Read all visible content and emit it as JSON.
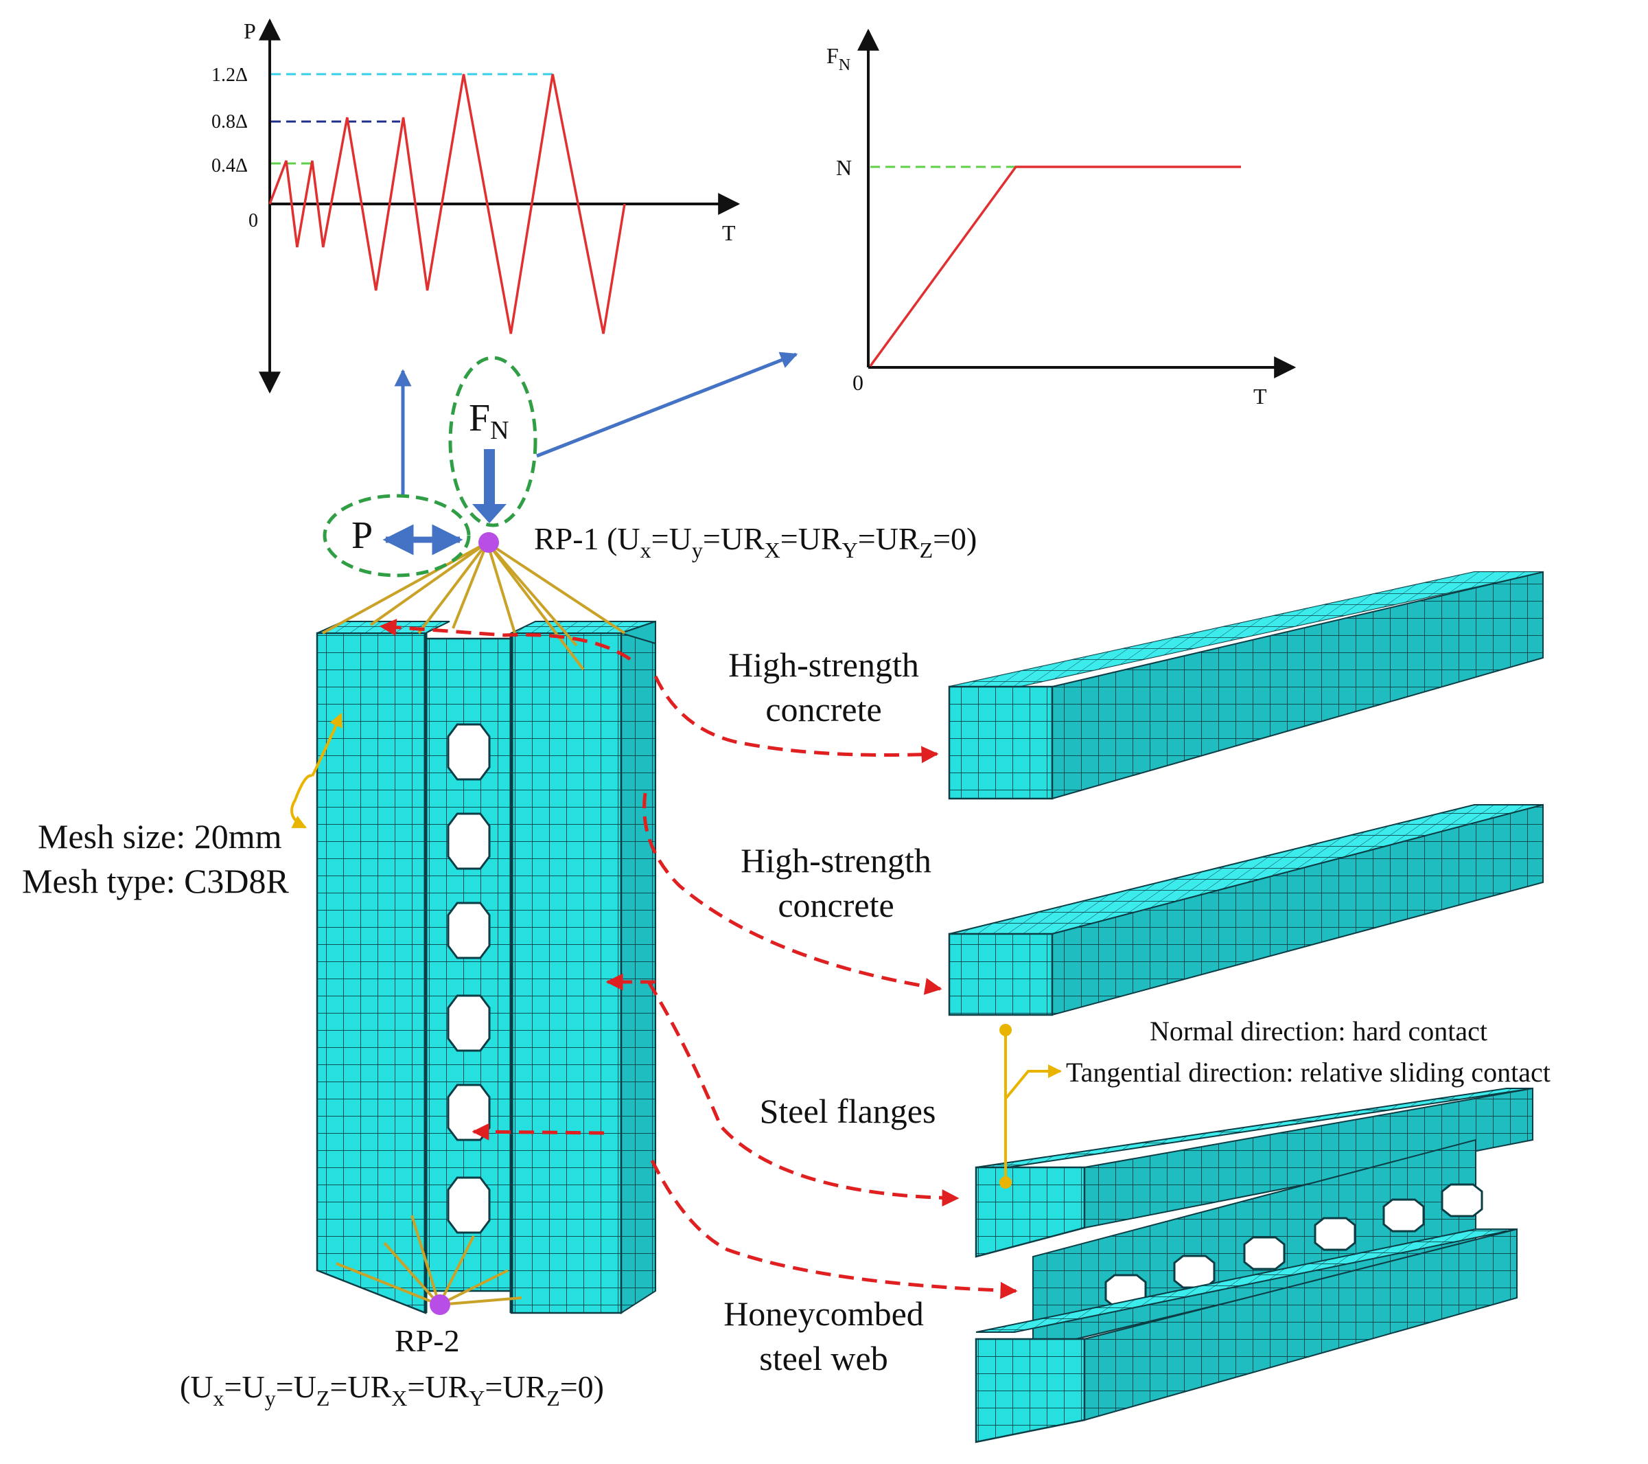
{
  "loading_protocol": {
    "y_axis_label": "P",
    "x_axis_label": "T",
    "y_ticks": [
      "1.2Δ",
      "0.8Δ",
      "0.4Δ",
      "0"
    ],
    "series": [
      0,
      0.4,
      -0.4,
      0.4,
      -0.4,
      0.8,
      -0.8,
      0.8,
      -0.8,
      1.2,
      -1.2,
      1.2,
      -1.2,
      0
    ]
  },
  "axial_load": {
    "y_axis_label": "F",
    "y_axis_sub": "N",
    "x_axis_label": "T",
    "y_tick": "N",
    "origin_label": "0"
  },
  "loads": {
    "fn_symbol": "F",
    "fn_sub": "N",
    "p_symbol": "P"
  },
  "rp1": {
    "label": "RP-1",
    "parts": [
      {
        "t": " (U",
        "s": ""
      },
      {
        "t": "x",
        "s": "sub"
      },
      {
        "t": "=U",
        "s": ""
      },
      {
        "t": "y",
        "s": "sub"
      },
      {
        "t": "=UR",
        "s": ""
      },
      {
        "t": "X",
        "s": "sub"
      },
      {
        "t": "=UR",
        "s": ""
      },
      {
        "t": "Y",
        "s": "sub"
      },
      {
        "t": "=UR",
        "s": ""
      },
      {
        "t": "Z",
        "s": "sub"
      },
      {
        "t": "=0)",
        "s": ""
      }
    ]
  },
  "rp2": {
    "label": "RP-2",
    "parts": [
      {
        "t": "(U",
        "s": ""
      },
      {
        "t": "x",
        "s": "sub"
      },
      {
        "t": "=U",
        "s": ""
      },
      {
        "t": "y",
        "s": "sub"
      },
      {
        "t": "=U",
        "s": ""
      },
      {
        "t": "Z",
        "s": "sub"
      },
      {
        "t": "=UR",
        "s": ""
      },
      {
        "t": "X",
        "s": "sub"
      },
      {
        "t": "=UR",
        "s": ""
      },
      {
        "t": "Y",
        "s": "sub"
      },
      {
        "t": "=UR",
        "s": ""
      },
      {
        "t": "Z",
        "s": "sub"
      },
      {
        "t": "=0)",
        "s": ""
      }
    ]
  },
  "mesh": {
    "size": "Mesh size: 20mm",
    "type": "Mesh type: C3D8R"
  },
  "components": {
    "concrete_1": [
      "High-strength",
      "concrete"
    ],
    "concrete_2": [
      "High-strength",
      "concrete"
    ],
    "flanges": "Steel flanges",
    "web": [
      "Honeycombed",
      "steel web"
    ]
  },
  "contact": {
    "normal": "Normal direction: hard contact",
    "tangential": "Tangential direction: relative sliding contact"
  },
  "colors": {
    "mesh_fill": "#26e0e0",
    "mesh_top": "#4ef0f0",
    "mesh_dark": "#1aa9ad",
    "mesh_line": "#0c3d44",
    "load_curve": "#e03030",
    "arrow_blue": "#4472c4",
    "ellipse_green": "#2f9e44",
    "coupling": "#c9a227",
    "rp_point": "#b84ee6",
    "dashed_red": "#e02020"
  }
}
